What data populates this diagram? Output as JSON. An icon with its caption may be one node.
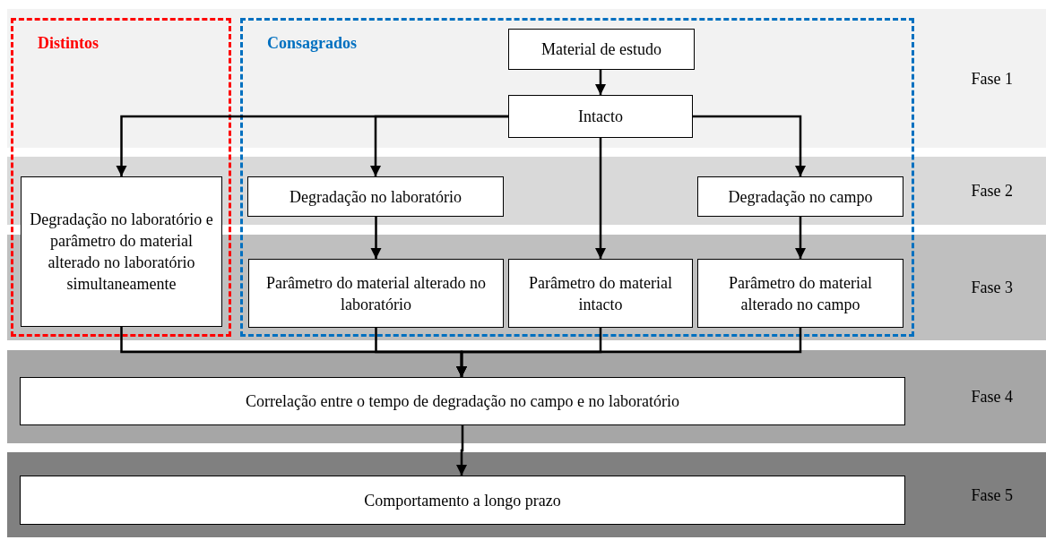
{
  "diagram": {
    "nodes": [
      {
        "text": [
          "Distintos"
        ]
      },
      {
        "text": [
          "Consagrados"
        ]
      },
      {
        "text": [
          "Material de estudo"
        ],
        "in": 1
      },
      {
        "text": [
          "Intacto"
        ],
        "in": 1
      },
      {
        "text": [
          "Degradação no laboratório e parâmetro do material alterado no laboratório simultaneamente"
        ],
        "in": 0
      },
      {
        "text": [
          "Degradação no laboratório"
        ],
        "in": 1
      },
      {
        "text": [
          "Degradação no campo"
        ],
        "in": 1
      },
      {
        "text": [
          "Parâmetro do material alterado no laboratório"
        ],
        "in": 1
      },
      {
        "text": [
          "Parâmetro do material intacto"
        ],
        "in": 1
      },
      {
        "text": [
          "Parâmetro do material alterado no campo"
        ],
        "in": 1
      },
      {
        "text": [
          "Correlação entre o tempo de degradação no campo e no laboratório"
        ]
      },
      {
        "text": [
          "Comportamento a longo prazo"
        ]
      }
    ],
    "edges": [
      {
        "from": 2,
        "to": 3,
        "arrow": "to"
      },
      {
        "from": 3,
        "to": 4,
        "arrow": "to"
      },
      {
        "from": 3,
        "to": 5,
        "arrow": "to"
      },
      {
        "from": 3,
        "to": 8,
        "arrow": "to"
      },
      {
        "from": 3,
        "to": 6,
        "arrow": "to"
      },
      {
        "from": 5,
        "to": 7,
        "arrow": "to"
      },
      {
        "from": 6,
        "to": 9,
        "arrow": "to"
      },
      {
        "from": 4,
        "to": 10,
        "arrow": "to"
      },
      {
        "from": 7,
        "to": 10,
        "arrow": "to"
      },
      {
        "from": 8,
        "to": 10,
        "arrow": "to"
      },
      {
        "from": 9,
        "to": 10,
        "arrow": "to"
      },
      {
        "from": 10,
        "to": 11,
        "arrow": "to"
      }
    ],
    "labels": [
      "Fase 1",
      "Fase 2",
      "Fase 3",
      "Fase 4",
      "Fase 5"
    ]
  }
}
